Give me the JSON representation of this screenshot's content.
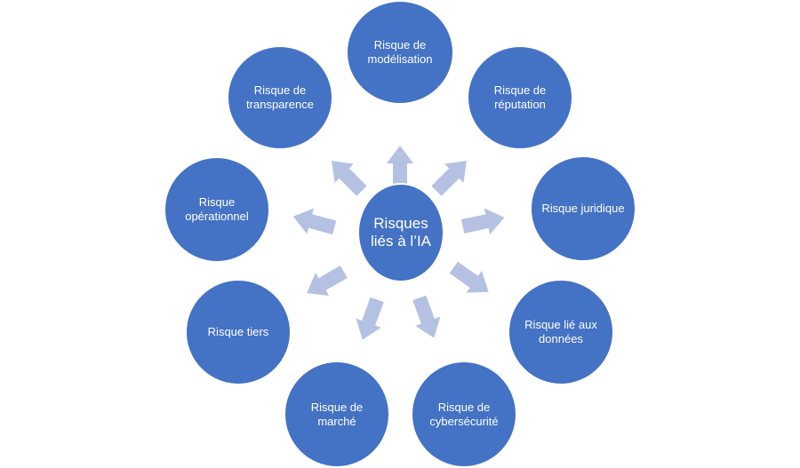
{
  "colors": {
    "node_fill": "#4472c4",
    "node_border": "#ffffff",
    "arrow_fill": "#b4c1e2",
    "text": "#ffffff"
  },
  "center": {
    "label": "Risques liés à l’IA"
  },
  "risks": [
    {
      "label": "Risque de modélisation"
    },
    {
      "label": "Risque de réputation"
    },
    {
      "label": "Risque juridique"
    },
    {
      "label": "Risque lié aux données"
    },
    {
      "label": "Risque de cybersécurité"
    },
    {
      "label": "Risque de marché"
    },
    {
      "label": "Risque tiers"
    },
    {
      "label": "Risque opérationnel"
    },
    {
      "label": "Risque de transparence"
    }
  ]
}
